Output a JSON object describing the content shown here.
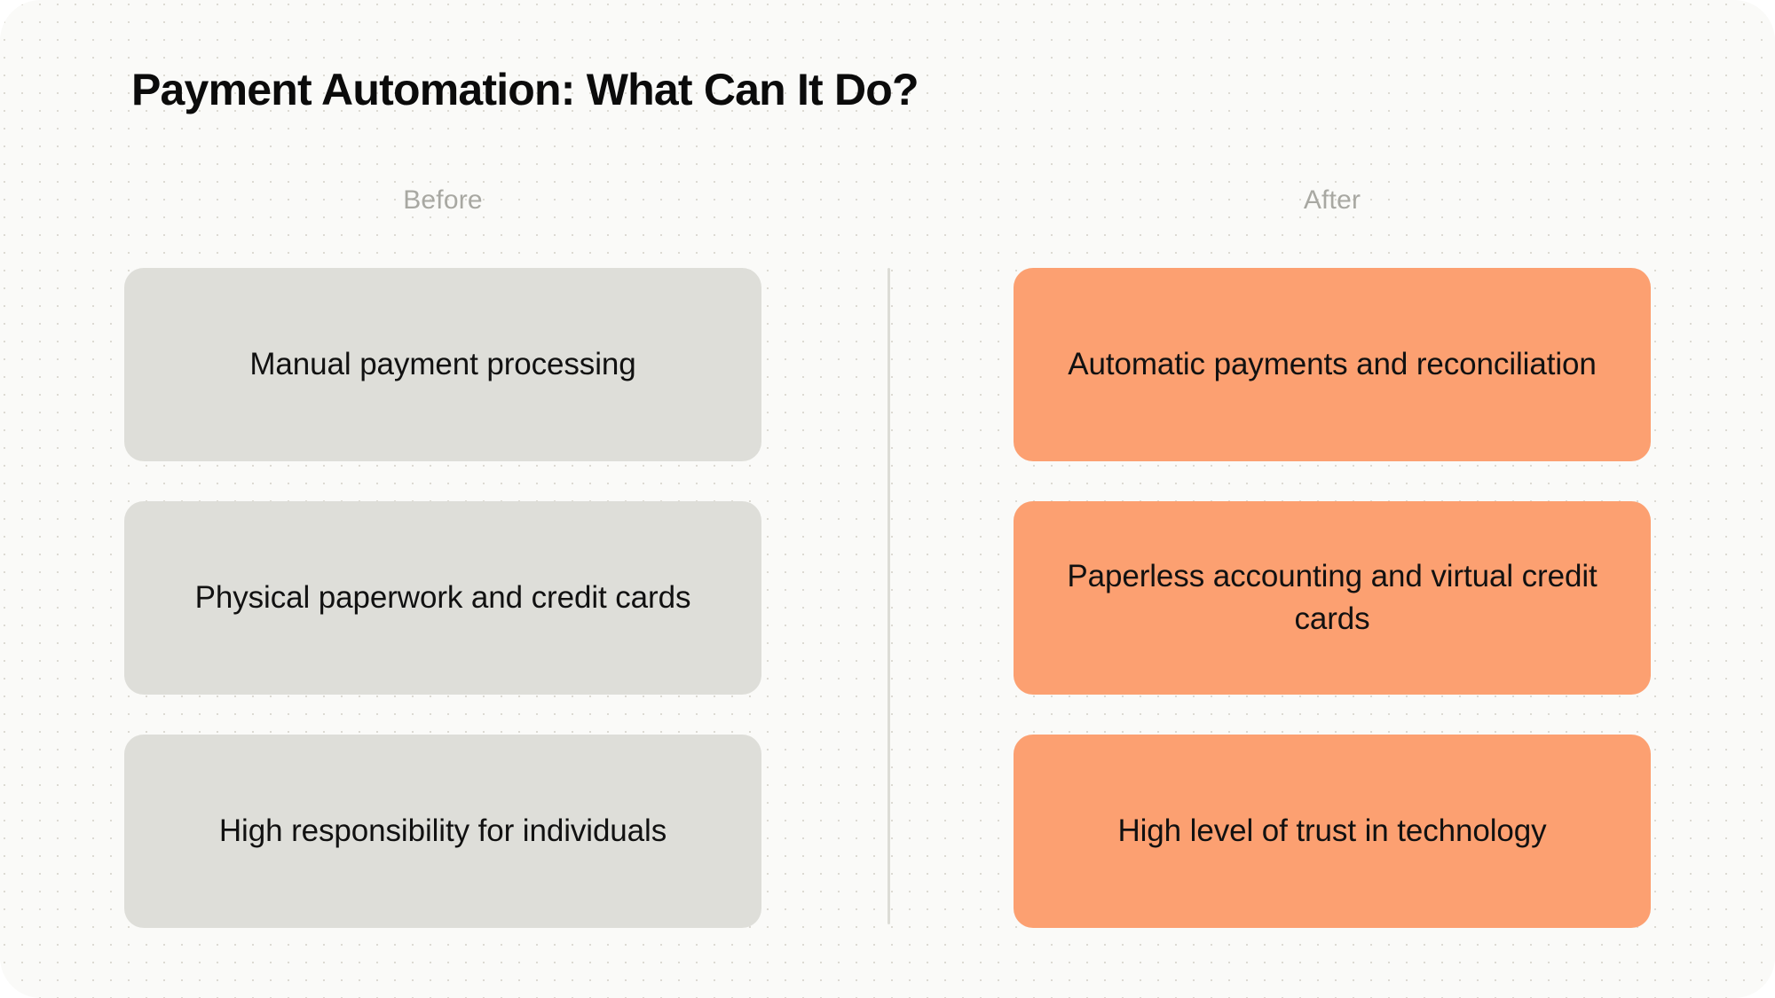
{
  "page": {
    "title": "Payment Automation: What Can It Do?",
    "background_color": "#fafaf8",
    "accent_color": "#fca071",
    "muted_color": "#dedeD9",
    "divider_color": "#dcdcd6"
  },
  "comparison": {
    "columns": [
      {
        "key": "before",
        "header": "After",
        "header_label": "Before",
        "items": [
          {
            "text": "Manual payment processing"
          },
          {
            "text": "Physical paperwork and credit cards"
          },
          {
            "text": "High responsibility for individuals"
          }
        ]
      },
      {
        "key": "after",
        "header_label": "After",
        "items": [
          {
            "text": "Automatic payments and reconciliation"
          },
          {
            "text": "Paperless accounting and virtual credit cards"
          },
          {
            "text": "High level of trust in technology"
          }
        ]
      }
    ]
  }
}
